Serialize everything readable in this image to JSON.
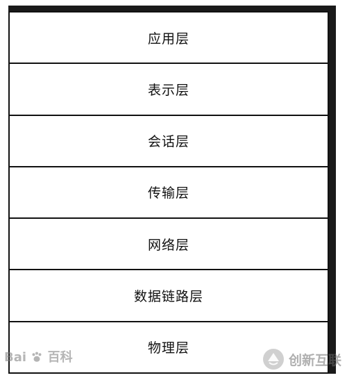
{
  "layers": [
    {
      "label": "应用层"
    },
    {
      "label": "表示层"
    },
    {
      "label": "会话层"
    },
    {
      "label": "传输层"
    },
    {
      "label": "网络层"
    },
    {
      "label": "数据链路层"
    },
    {
      "label": "物理层"
    }
  ],
  "watermarks": {
    "baidu_text": "Bai",
    "baidu_suffix": "百科",
    "brand_text": "创新互联"
  },
  "colors": {
    "border": "#111111",
    "text": "#111111",
    "background": "#ffffff",
    "shadow": "#1a1a1a"
  }
}
